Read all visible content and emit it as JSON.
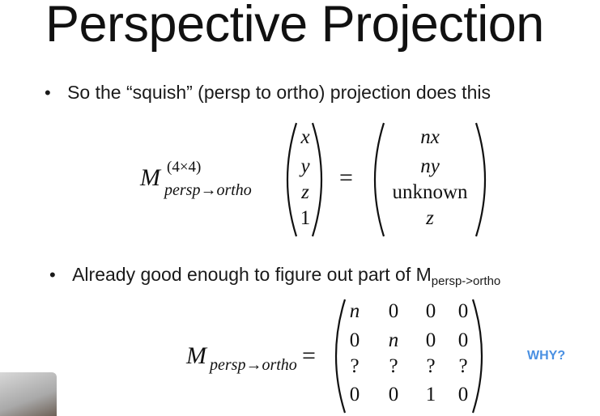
{
  "slide": {
    "title": "Perspective Projection",
    "bullets": [
      {
        "text": "So the “squish” (persp to ortho) projection does this"
      },
      {
        "text": "Already good enough to figure out part of M",
        "subscript": "persp->ortho"
      }
    ],
    "equation1": {
      "lhs_symbol": "M",
      "lhs_superscript": "(4×4)",
      "lhs_subscript": "persp→ortho",
      "vector": [
        "x",
        "y",
        "z",
        "1"
      ],
      "equals": "=",
      "result": [
        "nx",
        "ny",
        "unknown",
        "z"
      ]
    },
    "equation2": {
      "lhs_symbol": "M",
      "lhs_subscript": "persp→ortho",
      "equals": "=",
      "matrix": [
        [
          "n",
          "0",
          "0",
          "0"
        ],
        [
          "0",
          "n",
          "0",
          "0"
        ],
        [
          "?",
          "?",
          "?",
          "?"
        ],
        [
          "0",
          "0",
          "1",
          "0"
        ]
      ]
    },
    "annotation": "WHY?",
    "accent_color": "#4a90e2"
  }
}
